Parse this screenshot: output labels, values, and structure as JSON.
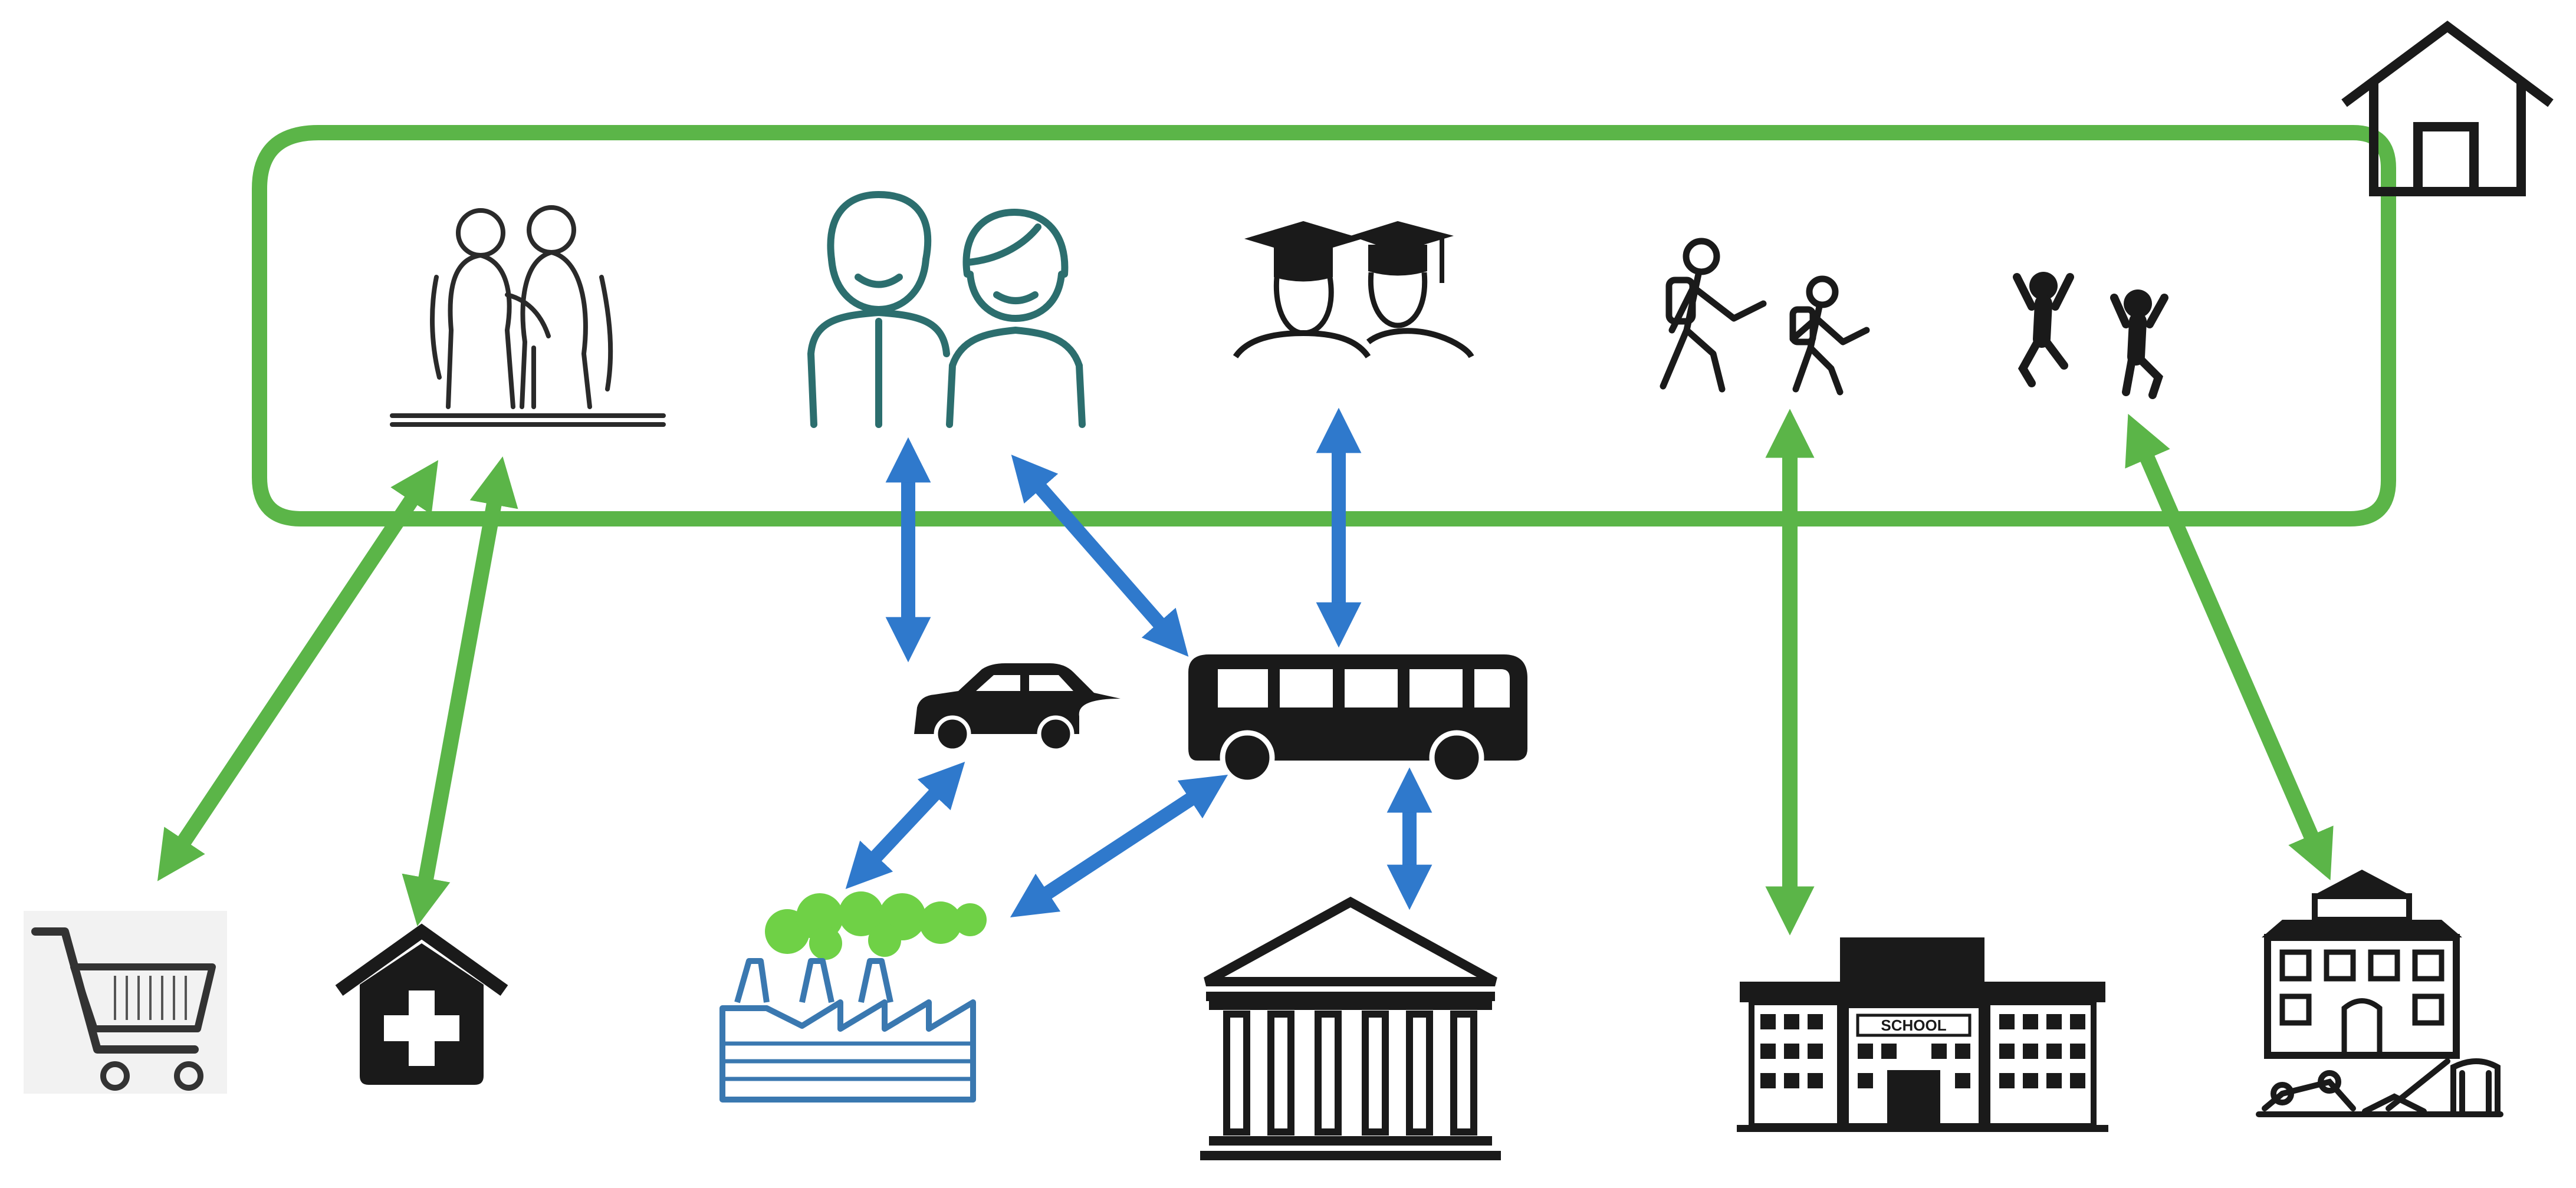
{
  "diagram": {
    "nodes": [
      {
        "id": "home",
        "icon": "house-outline-icon",
        "group": "household"
      },
      {
        "id": "elderly",
        "icon": "elderly-couple-icon",
        "group": "household"
      },
      {
        "id": "adults",
        "icon": "adult-couple-icon",
        "group": "household"
      },
      {
        "id": "graduates",
        "icon": "graduates-icon",
        "group": "household"
      },
      {
        "id": "students",
        "icon": "walking-students-icon",
        "group": "household"
      },
      {
        "id": "children",
        "icon": "jumping-children-icon",
        "group": "household"
      },
      {
        "id": "car",
        "icon": "car-icon",
        "group": "transport"
      },
      {
        "id": "bus",
        "icon": "bus-icon",
        "group": "transport"
      },
      {
        "id": "shopping",
        "icon": "shopping-cart-icon",
        "group": "destination"
      },
      {
        "id": "clinic",
        "icon": "clinic-icon",
        "group": "destination"
      },
      {
        "id": "factory",
        "icon": "factory-icon",
        "group": "destination"
      },
      {
        "id": "institution",
        "icon": "columned-building-icon",
        "group": "destination"
      },
      {
        "id": "school",
        "icon": "school-building-icon",
        "group": "destination"
      },
      {
        "id": "kindergarten",
        "icon": "kindergarten-playground-icon",
        "group": "destination"
      }
    ],
    "edges": [
      {
        "from": "elderly",
        "to": "shopping",
        "mode": "walk"
      },
      {
        "from": "elderly",
        "to": "clinic",
        "mode": "walk"
      },
      {
        "from": "adults",
        "to": "car",
        "mode": "vehicle"
      },
      {
        "from": "adults",
        "to": "bus",
        "mode": "vehicle"
      },
      {
        "from": "graduates",
        "to": "bus",
        "mode": "vehicle"
      },
      {
        "from": "car",
        "to": "factory",
        "mode": "vehicle"
      },
      {
        "from": "bus",
        "to": "factory",
        "mode": "vehicle"
      },
      {
        "from": "bus",
        "to": "institution",
        "mode": "vehicle"
      },
      {
        "from": "students",
        "to": "school",
        "mode": "walk"
      },
      {
        "from": "children",
        "to": "kindergarten",
        "mode": "walk"
      }
    ],
    "school_sign": "SCHOOL",
    "colors": {
      "household_frame": "#5bb548",
      "walk_arrow": "#5bb548",
      "vehicle_arrow": "#2f79cc",
      "adult_icon": "#2c6e6e",
      "factory_icon": "#3a78b0",
      "factory_smoke": "#6fd146",
      "icon_dark": "#1a1a1a"
    }
  }
}
